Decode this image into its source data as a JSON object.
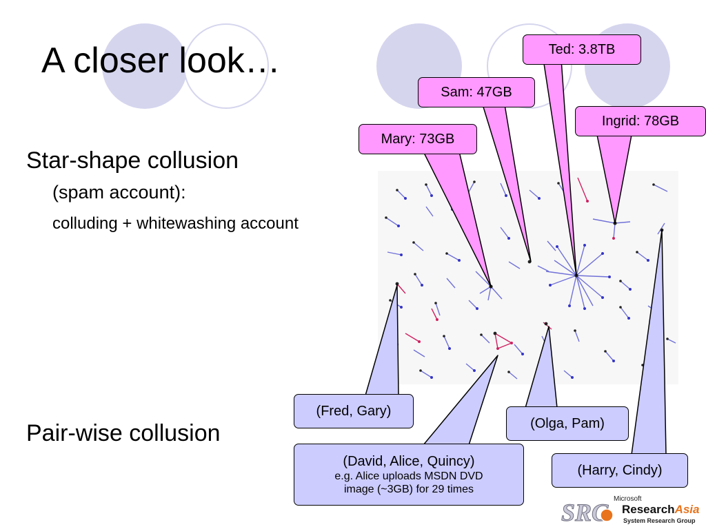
{
  "slide": {
    "title": "A closer look…",
    "section1": {
      "heading": "Star-shape collusion",
      "sub1": "(spam account):",
      "sub2": "colluding + whitewashing account"
    },
    "section2": {
      "heading": "Pair-wise collusion"
    }
  },
  "callouts": {
    "ted": "Ted: 3.8TB",
    "sam": "Sam: 47GB",
    "ingrid": "Ingrid: 78GB",
    "mary": "Mary: 73GB",
    "fred_gary": "(Fred, Gary)",
    "olga_pam": "(Olga, Pam)",
    "harry_cindy": "(Harry, Cindy)",
    "david_group": {
      "line1": "(David, Alice, Quincy)",
      "line2": "e.g. Alice uploads MSDN DVD",
      "line3": "image (~3GB) for 29 times"
    }
  },
  "logo": {
    "line1": "Microsoft",
    "line2": "Research",
    "line3": "Asia",
    "line4": "System Research Group",
    "mark": "SRG"
  },
  "colors": {
    "deco": "#d5d5ee",
    "pink_callout": "#ff99ff",
    "blue_callout": "#ccccff",
    "edge_blue": "#6a6adc",
    "edge_red": "#d02060"
  }
}
